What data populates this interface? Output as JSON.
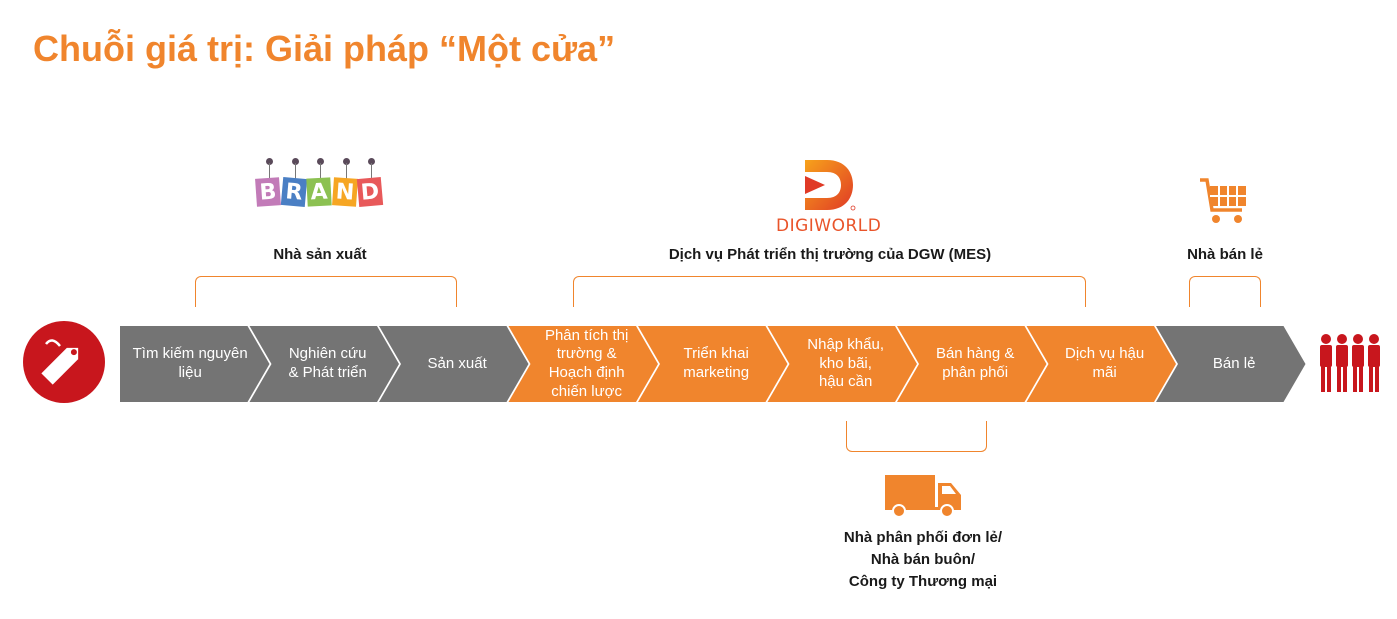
{
  "title": "Chuỗi giá trị: Giải pháp “Một cửa”",
  "groups": {
    "manufacturer": "Nhà sản xuất",
    "dgw": "Dịch vụ Phát triển thị trường của DGW (MES)",
    "retailer": "Nhà bán lẻ"
  },
  "brand_letters": [
    "B",
    "R",
    "A",
    "N",
    "D"
  ],
  "digiworld_logo": "DIGIWORLD",
  "steps": [
    {
      "label": "Tìm kiếm nguyên\nliệu",
      "color": "#747474"
    },
    {
      "label": "Nghiên cứu\n& Phát triển",
      "color": "#747474"
    },
    {
      "label": "Sản xuất",
      "color": "#747474"
    },
    {
      "label": "Phân tích thị\ntrường &\nHoạch định\nchiến lược",
      "color": "#f0852d"
    },
    {
      "label": "Triển khai\nmarketing",
      "color": "#f0852d"
    },
    {
      "label": "Nhập khẩu,\nkho bãi,\nhậu cần",
      "color": "#f0852d"
    },
    {
      "label": "Bán hàng &\nphân phối",
      "color": "#f0852d"
    },
    {
      "label": "Dịch vụ hậu\nmãi",
      "color": "#f0852d"
    },
    {
      "label": "Bán lẻ",
      "color": "#747474"
    }
  ],
  "distributor": {
    "line1": "Nhà phân phối đơn lẻ/",
    "line2": "Nhà bán buôn/",
    "line3": "Công ty Thương mại"
  },
  "icons": [
    "price-tag-icon",
    "brand-tags-icon",
    "digiworld-logo-icon",
    "shopping-cart-icon",
    "delivery-truck-icon",
    "customers-group-icon"
  ],
  "colors": {
    "accent": "#f0852d",
    "gray": "#747474",
    "red": "#c8161d"
  }
}
